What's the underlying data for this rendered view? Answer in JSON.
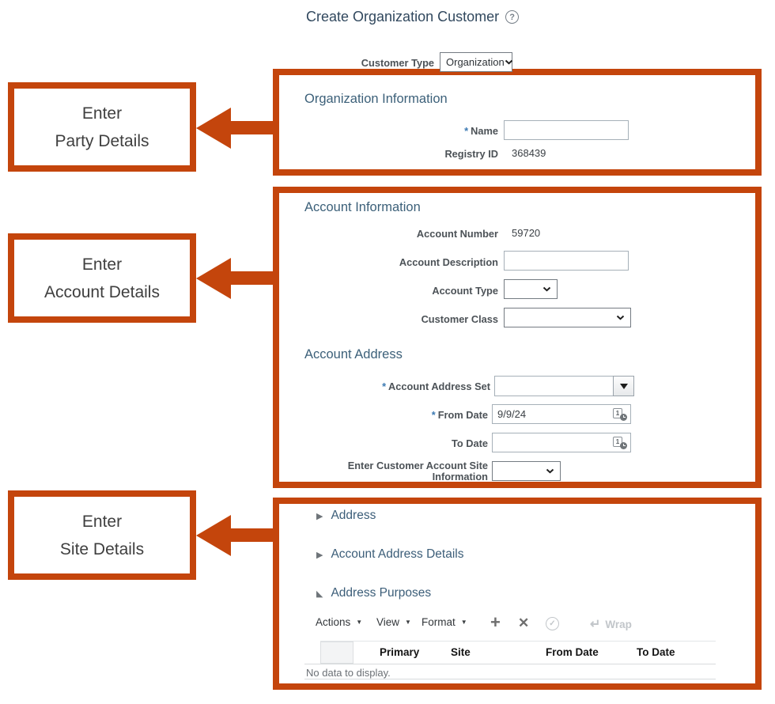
{
  "title": {
    "text": "Create Organization Customer"
  },
  "required_marker": "*",
  "customer_type": {
    "label": "Customer Type",
    "value": "Organization"
  },
  "callouts": [
    {
      "line1": "Enter",
      "line2": "Party Details"
    },
    {
      "line1": "Enter",
      "line2": "Account Details"
    },
    {
      "line1": "Enter",
      "line2": "Site Details"
    }
  ],
  "org": {
    "heading": "Organization Information",
    "name_label": "Name",
    "name_value": "",
    "registry_label": "Registry ID",
    "registry_value": "368439"
  },
  "account": {
    "heading": "Account Information",
    "number_label": "Account Number",
    "number_value": "59720",
    "desc_label": "Account Description",
    "desc_value": "",
    "type_label": "Account Type",
    "class_label": "Customer Class"
  },
  "address": {
    "heading": "Account Address",
    "set_label": "Account Address Set",
    "set_value": "",
    "from_label": "From Date",
    "from_value": "9/9/24",
    "to_label": "To Date",
    "to_value": "",
    "site_info_label": "Enter Customer Account Site Information"
  },
  "site": {
    "address_heading": "Address",
    "details_heading": "Account Address Details",
    "purposes_heading": "Address Purposes"
  },
  "toolbar": {
    "actions": "Actions",
    "view": "View",
    "format": "Format",
    "wrap": "Wrap"
  },
  "table": {
    "headers": [
      "Primary",
      "Site",
      "From Date",
      "To Date"
    ],
    "empty": "No data to display."
  },
  "icons": {
    "help": "?",
    "collapsed": "▶",
    "expanded": "◣",
    "add": "+",
    "delete": "✕",
    "check": "✓",
    "wrap": "↵",
    "menu_caret": "▼"
  },
  "colors": {
    "annotation_orange": "#c4450c",
    "heading_blue": "#3c6079",
    "required_blue": "#3d7ab3"
  }
}
